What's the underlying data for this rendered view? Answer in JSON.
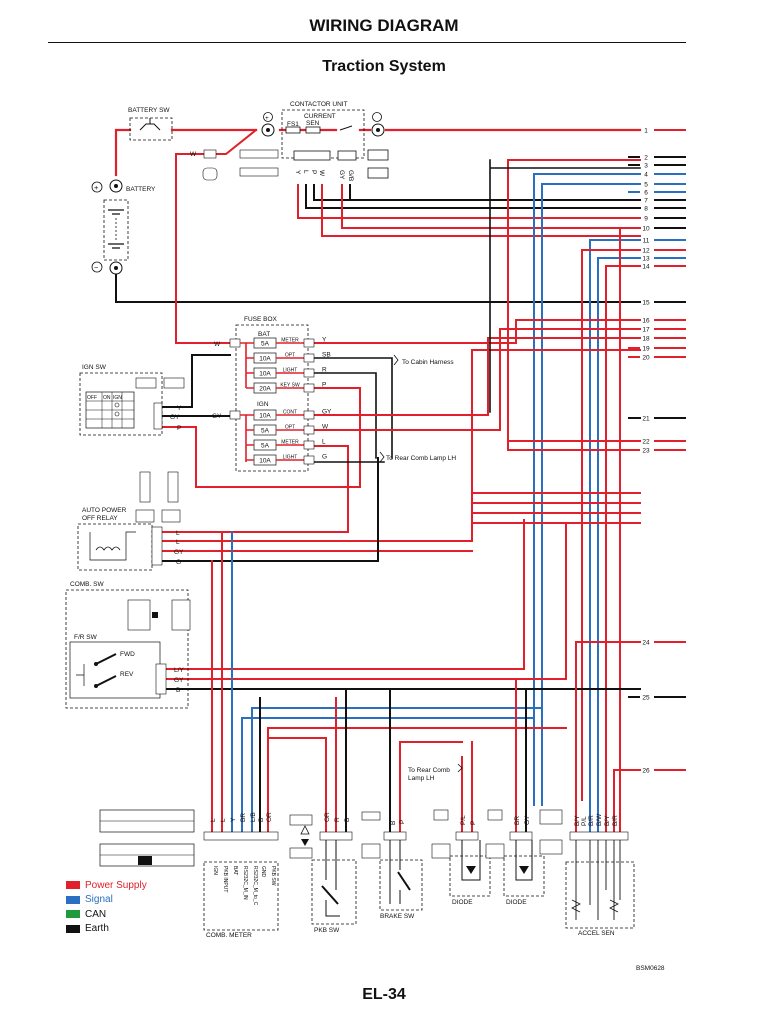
{
  "header": {
    "title": "WIRING DIAGRAM",
    "subtitle": "Traction System"
  },
  "colors": {
    "power": "#e0202a",
    "signal": "#2a6fc0",
    "can": "#1f9a3c",
    "earth": "#111111"
  },
  "components": {
    "battery_sw": "BATTERY SW",
    "battery": "BATTERY",
    "contactor_unit": "CONTACTOR UNIT",
    "fs1": "FS1",
    "current_sen": [
      "CURRENT",
      "SEN"
    ],
    "contactor_pins": [
      "Y",
      "L",
      "P",
      "W",
      "GY",
      "G/B"
    ],
    "fuse_box": "FUSE BOX",
    "fuse_bat": "BAT",
    "fuse_ign": "IGN",
    "fuses_bat": [
      {
        "amp": "5A",
        "name": "METER",
        "wire": "Y"
      },
      {
        "amp": "10A",
        "name": "OPT",
        "wire": "SB"
      },
      {
        "amp": "10A",
        "name": "LIGHT",
        "wire": "R"
      },
      {
        "amp": "20A",
        "name": "KEY SW",
        "wire": "P"
      }
    ],
    "fuses_ign": [
      {
        "amp": "10A",
        "name": "CONT",
        "wire": "GY"
      },
      {
        "amp": "5A",
        "name": "OPT",
        "wire": "W"
      },
      {
        "amp": "5A",
        "name": "METER",
        "wire": "L"
      },
      {
        "amp": "10A",
        "name": "LIGHT",
        "wire": "G"
      }
    ],
    "fuse_in_w": "W",
    "fuse_in_gy": "GY",
    "to_cabin": "To Cabin Harness",
    "to_rear_lh": "To Rear Comb Lamp LH",
    "ign_sw": "IGN SW",
    "ign_sw_table": [
      "OFF",
      "ON",
      "IGN"
    ],
    "ign_wires": [
      "Y",
      "GY",
      "P"
    ],
    "auto_power_relay": [
      "AUTO POWER",
      "OFF RELAY"
    ],
    "relay_wires": [
      "L",
      "L",
      "GY",
      "G"
    ],
    "comb_sw": "COMB. SW",
    "fr_sw": "F/R SW",
    "fwd": "FWD",
    "rev": "REV",
    "fr_wires": [
      "L/Y",
      "GY",
      "B"
    ],
    "meter_wires": [
      "L",
      "L",
      "Y",
      "BR",
      "L/B",
      "B",
      "OR"
    ],
    "meter_pins": [
      "IGN",
      "PKB INPUT",
      "BAT",
      "RS232C_M_IN",
      "RS232C_M_to_C",
      "GND",
      "PKB SW"
    ],
    "comb_meter": "COMB. METER",
    "pkb_wires": [
      "OR",
      "R",
      "B"
    ],
    "pkb_sw": "PKB SW",
    "brake_wires": [
      "B",
      "P"
    ],
    "brake_sw": "BRAKE SW",
    "to_rear_lamp": [
      "To Rear Comb",
      "Lamp LH"
    ],
    "diode1_wires": [
      "P/L",
      "P"
    ],
    "diode2_wires": [
      "BR",
      "GY"
    ],
    "diode": "DIODE",
    "accel_wires": [
      "B/Y",
      "P/L",
      "B/R",
      "B/W",
      "B/Y",
      "B/R"
    ],
    "accel_sen": "ACCEL SEN",
    "figure_id": "BSM0628"
  },
  "lines": [
    "1",
    "2",
    "3",
    "4",
    "5",
    "6",
    "7",
    "8",
    "9",
    "10",
    "11",
    "12",
    "13",
    "14",
    "15",
    "16",
    "17",
    "18",
    "19",
    "20",
    "21",
    "22",
    "23",
    "24",
    "25",
    "26"
  ],
  "legend": [
    {
      "label": "Power Supply",
      "color": "#e0202a"
    },
    {
      "label": "Signal",
      "color": "#2a6fc0"
    },
    {
      "label": "CAN",
      "color": "#1f9a3c"
    },
    {
      "label": "Earth",
      "color": "#111111"
    }
  ],
  "footer": {
    "page": "EL-34"
  }
}
